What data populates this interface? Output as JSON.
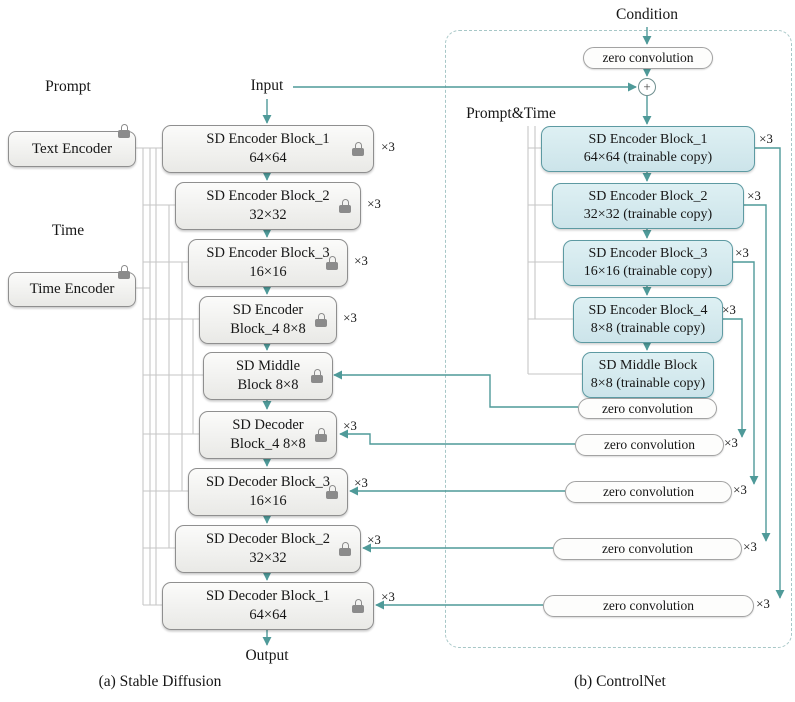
{
  "labels": {
    "prompt": "Prompt",
    "time": "Time",
    "input": "Input",
    "output": "Output",
    "condition": "Condition",
    "prompt_time": "Prompt&Time",
    "plus": "+"
  },
  "encoders": {
    "text_encoder": "Text Encoder",
    "time_encoder": "Time Encoder"
  },
  "sd": {
    "caption": "(a) Stable Diffusion",
    "blocks": [
      {
        "line1": "SD Encoder Block_1",
        "line2": "64×64",
        "mult": "×3"
      },
      {
        "line1": "SD Encoder Block_2",
        "line2": "32×32",
        "mult": "×3"
      },
      {
        "line1": "SD Encoder Block_3",
        "line2": "16×16",
        "mult": "×3"
      },
      {
        "line1": "SD Encoder",
        "line2": "Block_4 8×8",
        "mult": "×3"
      },
      {
        "line1": "SD Middle",
        "line2": "Block 8×8",
        "mult": ""
      },
      {
        "line1": "SD Decoder",
        "line2": "Block_4 8×8",
        "mult": "×3"
      },
      {
        "line1": "SD Decoder Block_3",
        "line2": "16×16",
        "mult": "×3"
      },
      {
        "line1": "SD Decoder Block_2",
        "line2": "32×32",
        "mult": "×3"
      },
      {
        "line1": "SD Decoder Block_1",
        "line2": "64×64",
        "mult": "×3"
      }
    ]
  },
  "controlnet": {
    "caption": "(b) ControlNet",
    "top_zero_conv": "zero convolution",
    "blocks": [
      {
        "line1": "SD Encoder Block_1",
        "line2": "64×64 (trainable copy)",
        "mult": "×3"
      },
      {
        "line1": "SD Encoder Block_2",
        "line2": "32×32 (trainable copy)",
        "mult": "×3"
      },
      {
        "line1": "SD Encoder Block_3",
        "line2": "16×16 (trainable copy)",
        "mult": "×3"
      },
      {
        "line1": "SD Encoder Block_4",
        "line2": "8×8 (trainable copy)",
        "mult": "×3"
      },
      {
        "line1": "SD Middle Block",
        "line2": "8×8 (trainable copy)",
        "mult": ""
      }
    ],
    "zero_convs": [
      {
        "label": "zero convolution",
        "mult": ""
      },
      {
        "label": "zero convolution",
        "mult": "×3"
      },
      {
        "label": "zero convolution",
        "mult": "×3"
      },
      {
        "label": "zero convolution",
        "mult": "×3"
      },
      {
        "label": "zero convolution",
        "mult": "×3"
      }
    ]
  },
  "colors": {
    "arrow_teal": "#4f9a99",
    "line_gray": "#c6c6c6",
    "trainable_fill": "#d3e7ec",
    "block_fill": "#f1f1ee"
  }
}
